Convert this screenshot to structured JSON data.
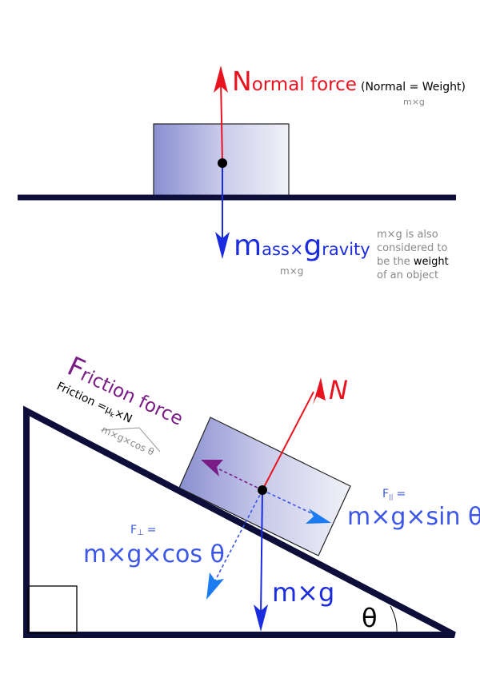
{
  "colors": {
    "normal": "#e8131f",
    "gravity": "#1a2be0",
    "blue_text": "#3b56e8",
    "friction": "#7a1c86",
    "parallel": "#1a7cf0",
    "ground": "#0d0f3a",
    "grey": "#888888"
  },
  "top": {
    "normal_big": "N",
    "normal_rest": "ormal force",
    "normal_note": "(Normal = Weight)",
    "normal_sub": "m×g",
    "mass_big": "m",
    "mass_rest": "ass×",
    "gravity_big": "g",
    "gravity_rest": "ravity",
    "mass_sub": "m×g",
    "weight_note_1": "m×g is also",
    "weight_note_2": "considered to",
    "weight_note_3_pre": "be the ",
    "weight_note_3_bold": "weight",
    "weight_note_4": "of an object"
  },
  "incline": {
    "friction_big": "F",
    "friction_rest": "riction force",
    "friction_eq_pre": "Friction =",
    "friction_mu": "μ",
    "friction_k": "k",
    "friction_eq_post": "×N",
    "friction_sub": "m×g×cos θ",
    "normal_label": "N",
    "f_parallel_label": "F",
    "f_parallel_sub": "||",
    "f_parallel_eq": "=",
    "f_parallel_formula": "m×g×sin θ",
    "f_perp_label": "F",
    "f_perp_sub": "⊥",
    "f_perp_eq": "=",
    "f_perp_formula": "m×g×cos θ",
    "weight_label": "m×g",
    "theta": "θ"
  }
}
